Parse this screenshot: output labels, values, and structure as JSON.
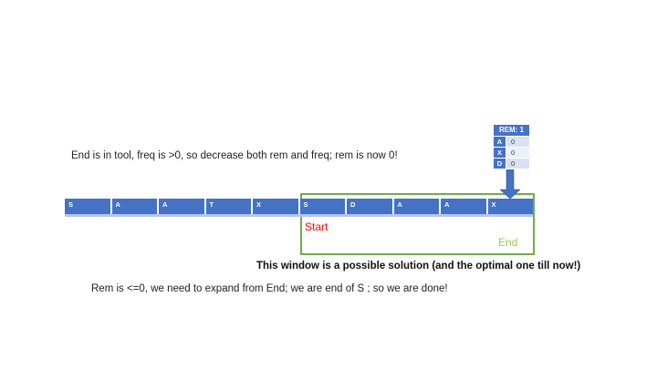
{
  "slide": {
    "note_top": "End is in tool, freq is >0, so decrease both rem and freq; rem is now 0!",
    "caption_bold": "This window is a possible solution (and the optimal one till now!)",
    "note_bottom": "Rem is <=0, we need to expand from End; we are end of S ; so we are done!"
  },
  "rem_table": {
    "header": "REM: 1",
    "rows": [
      {
        "letter": "A",
        "value": "0"
      },
      {
        "letter": "X",
        "value": "0"
      },
      {
        "letter": "D",
        "value": "0"
      }
    ]
  },
  "bar": {
    "cells": [
      "S",
      "A",
      "A",
      "T",
      "X",
      "S",
      "D",
      "A",
      "A",
      "X"
    ]
  },
  "window": {
    "start_label": "Start",
    "end_label": "End"
  },
  "icons": {
    "down_arrow": "block-arrow-down-icon"
  },
  "colors": {
    "accent_blue": "#4472C4",
    "arrow_border": "#2F528F",
    "light_row": "#D9E1F2",
    "lighter_row": "#ECF0F8",
    "bar_bottom_edge": "#B7C7E9",
    "window_green": "#70AD47",
    "end_text_green": "#92D050",
    "start_text_red": "#FF0000"
  }
}
